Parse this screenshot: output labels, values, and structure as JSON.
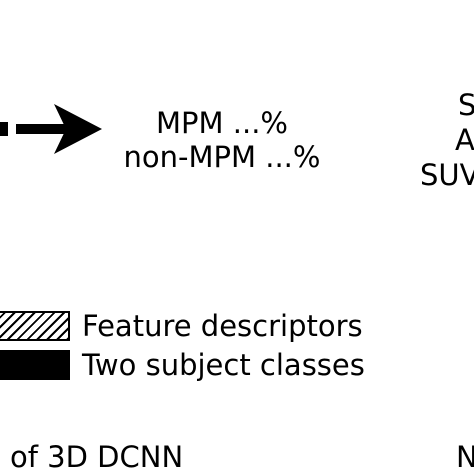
{
  "output": {
    "line1": "MPM ...%",
    "line2": "non-MPM ...%"
  },
  "right_clipped": {
    "line1": "S",
    "line2": "A",
    "line3": "SUV"
  },
  "legend": {
    "items": [
      {
        "label": "Feature descriptors",
        "swatch": "hatched"
      },
      {
        "label": "Two subject classes",
        "swatch": "solid"
      }
    ]
  },
  "bottom": {
    "left_caption": "of 3D DCNN",
    "right_caption": "N"
  }
}
